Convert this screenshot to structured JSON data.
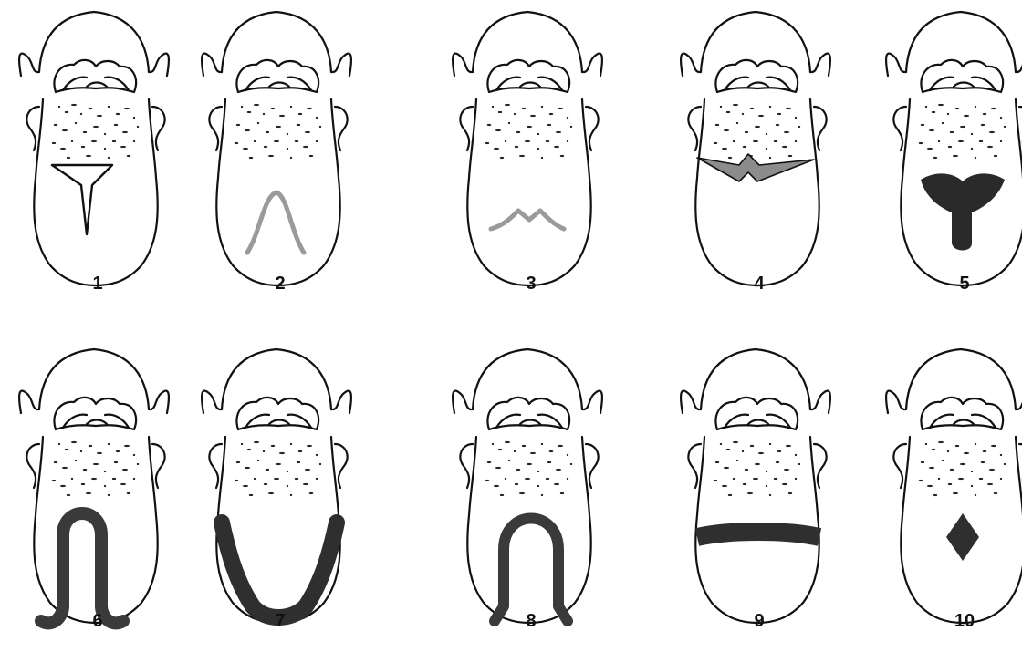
{
  "figure": {
    "panels": [
      {
        "label": "1",
        "marking": "outlined-triangle-stem",
        "color": "#111111"
      },
      {
        "label": "2",
        "marking": "inverted-v-line",
        "color": "#9a9a9a"
      },
      {
        "label": "3",
        "marking": "w-line-bottom",
        "color": "#9a9a9a"
      },
      {
        "label": "4",
        "marking": "horizontal-zigzag-band",
        "color": "#8c8c8c"
      },
      {
        "label": "5",
        "marking": "filled-y-shape",
        "color": "#2a2a2a"
      },
      {
        "label": "6",
        "marking": "omega-band",
        "color": "#3a3a3a"
      },
      {
        "label": "7",
        "marking": "v-band-bottom",
        "color": "#2f2f2f"
      },
      {
        "label": "8",
        "marking": "arch-band",
        "color": "#3a3a3a"
      },
      {
        "label": "9",
        "marking": "horizontal-band",
        "color": "#2f2f2f"
      },
      {
        "label": "10",
        "marking": "filled-diamond",
        "color": "#2f2f2f"
      }
    ]
  }
}
